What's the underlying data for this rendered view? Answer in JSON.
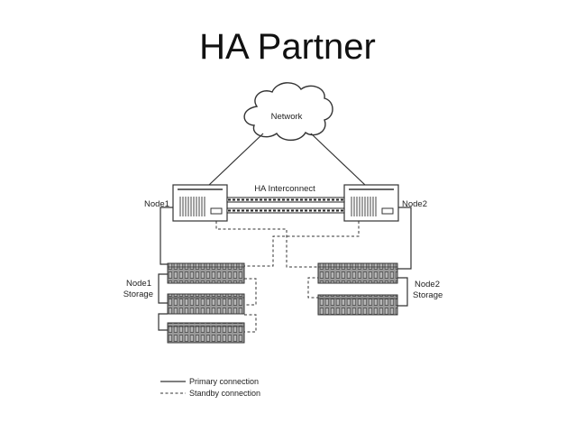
{
  "slide": {
    "title": "HA Partner"
  },
  "diagram": {
    "network_label": "Network",
    "interconnect_label": "HA Interconnect",
    "node1_label": "Node1",
    "node2_label": "Node2",
    "node1_storage_label_line1": "Node1",
    "node1_storage_label_line2": "Storage",
    "node2_storage_label_line1": "Node2",
    "node2_storage_label_line2": "Storage"
  },
  "legend": {
    "primary": "Primary connection",
    "standby": "Standby connection"
  },
  "colors": {
    "line": "#333333",
    "shelf": "#8a8a8a",
    "shelf_dark": "#4a4a4a"
  }
}
